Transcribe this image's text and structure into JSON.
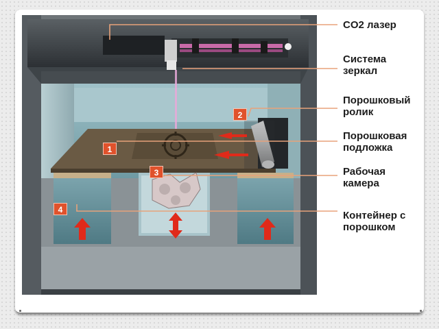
{
  "labels": {
    "laser": "CO2 лазер",
    "mirrors": "Система\nзеркал",
    "roller": "Порошковый\nролик",
    "substrate": "Порошковая\nподложка",
    "chamber": "Рабочая\nкамера",
    "container": "Контейнер с\nпорошком"
  },
  "badges": {
    "b1": "1",
    "b2": "2",
    "b3": "3",
    "b4": "4"
  },
  "colors": {
    "leader": "#e8a27a",
    "badge": "#e0522c",
    "arrow": "#e02a1a",
    "beam": "#e8a8d8"
  }
}
